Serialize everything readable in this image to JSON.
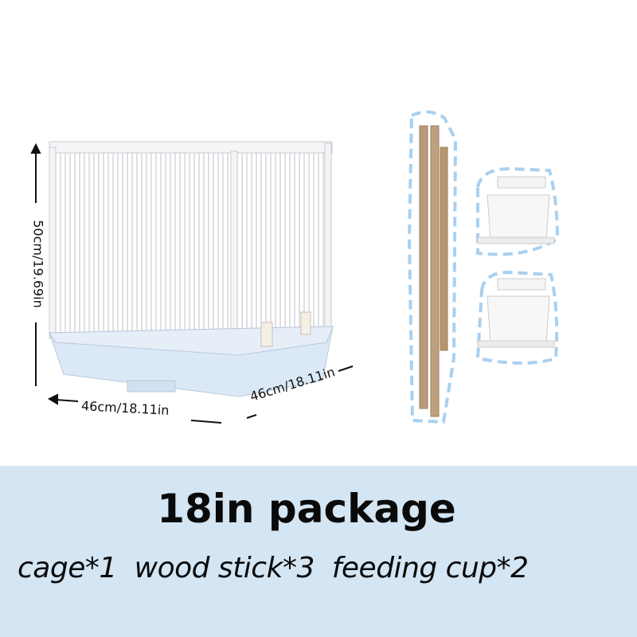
{
  "dimensions": {
    "height": "50cm/19.69in",
    "width": "46cm/18.11in",
    "depth": "46cm/18.11in"
  },
  "package": {
    "title": "18in package",
    "contents": "cage*1  wood stick*3  feeding cup*2"
  },
  "colors": {
    "band": "#d4e5f3",
    "tray": "#dbe8f6",
    "dash_outline": "#a9d0f0",
    "wood": "#b89a78"
  }
}
